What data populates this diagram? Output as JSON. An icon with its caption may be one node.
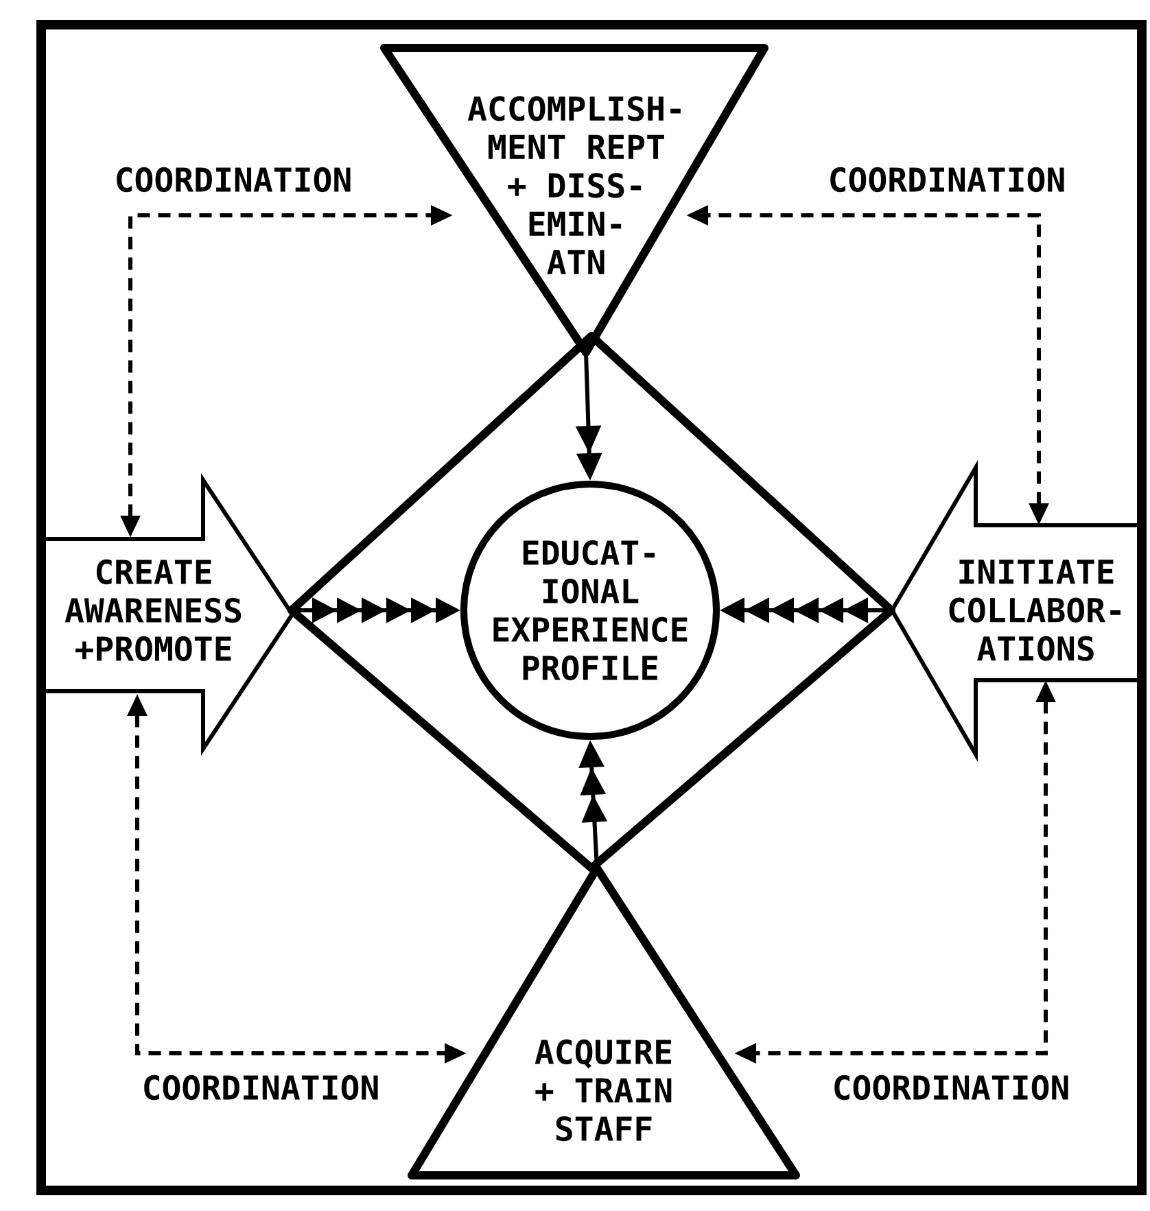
{
  "diagram": {
    "nodes": [
      {
        "text": [
          "ACCOMPLISH- MENT REPT + DISS- EMIN- ATN"
        ]
      },
      {
        "text": [],
        "shape": "diamond"
      },
      {
        "text": [
          "EDUCAT- IONAL EXPERIENCE PROFILE"
        ],
        "in": 1
      },
      {
        "text": [
          "CREATE AWARENESS +PROMOTE"
        ]
      },
      {
        "text": [
          "INITIATE COLLABOR- ATIONS"
        ]
      },
      {
        "text": [
          "ACQUIRE + TRAIN STAFF"
        ]
      }
    ],
    "edges": [
      {
        "from": 3,
        "to": 0,
        "arrow": "both",
        "label": "COORDINATION",
        "style": "dashed"
      },
      {
        "from": 4,
        "to": 0,
        "arrow": "both",
        "label": "COORDINATION",
        "style": "dashed"
      },
      {
        "from": 3,
        "to": 5,
        "arrow": "both",
        "label": "COORDINATION",
        "style": "dashed"
      },
      {
        "from": 4,
        "to": 5,
        "arrow": "both",
        "label": "COORDINATION",
        "style": "dashed"
      },
      {
        "from": 0,
        "to": 2,
        "arrow": "to"
      },
      {
        "from": 3,
        "to": 2,
        "arrow": "to"
      },
      {
        "from": 4,
        "to": 2,
        "arrow": "to"
      },
      {
        "from": 5,
        "to": 2,
        "arrow": "to"
      }
    ]
  }
}
